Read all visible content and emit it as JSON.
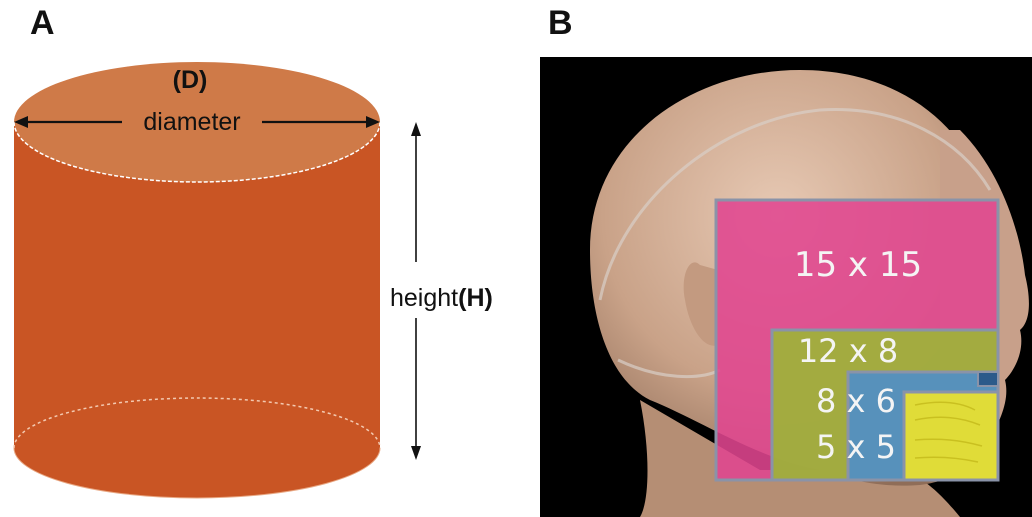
{
  "panels": {
    "a": {
      "label": "A"
    },
    "b": {
      "label": "B"
    }
  },
  "cylinder": {
    "diameter_symbol": "(D)",
    "diameter_label": "diameter",
    "height_label": "height",
    "height_symbol": "(H)",
    "colors": {
      "top": "#cf7a48",
      "body": "#c95524",
      "edge": "#ffffff"
    }
  },
  "fov": {
    "background": "#000000",
    "fields": [
      {
        "label": "15 x 15",
        "color": "#e0468f"
      },
      {
        "label": "12 x 8",
        "color": "#9db33a"
      },
      {
        "label": "8 x 6",
        "color": "#4f8ec9"
      },
      {
        "label": "5 x 5",
        "color": "#e8e030"
      }
    ],
    "frame_color": "#8a93a8"
  }
}
